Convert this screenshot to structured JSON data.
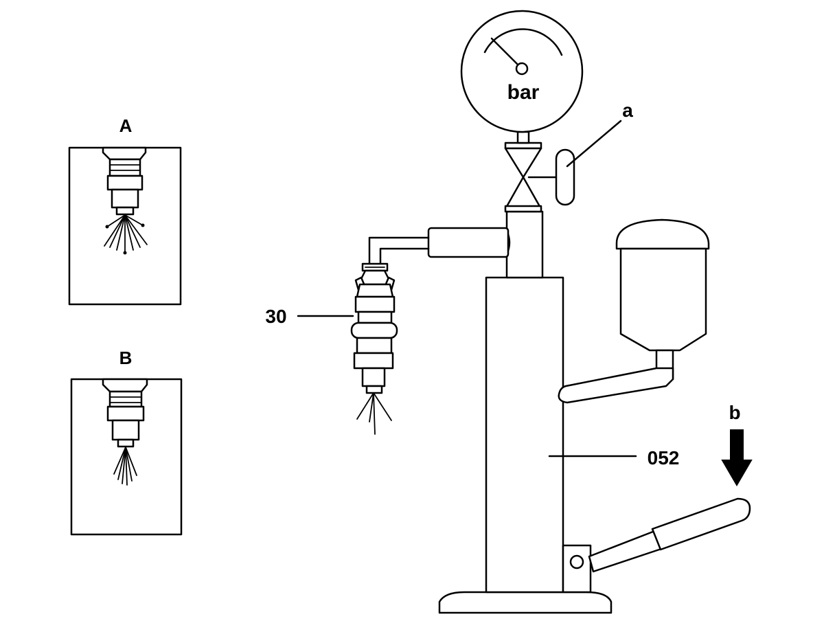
{
  "labels": {
    "panel_a": "A",
    "panel_b": "B",
    "gauge_unit": "bar",
    "valve_handle": "a",
    "press_direction": "b",
    "injector": "30",
    "tester_column": "052"
  },
  "colors": {
    "stroke": "#000000",
    "background": "#ffffff"
  }
}
